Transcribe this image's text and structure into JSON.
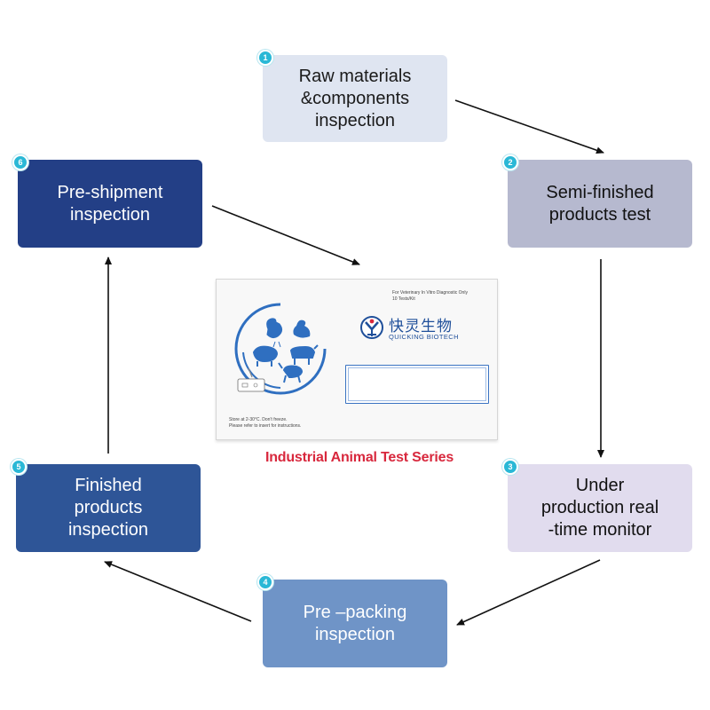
{
  "steps": [
    {
      "number": "1",
      "label": "Raw materials\n&components\ninspection"
    },
    {
      "number": "2",
      "label": "Semi-finished\nproducts test"
    },
    {
      "number": "3",
      "label": "Under\nproduction real\n-time monitor"
    },
    {
      "number": "4",
      "label": "Pre –packing\ninspection"
    },
    {
      "number": "5",
      "label": "Finished\nproducts\ninspection"
    },
    {
      "number": "6",
      "label": "Pre-shipment\ninspection"
    }
  ],
  "product": {
    "header_text": "For Veterinary In Vitro Diagnostic Only\n10 Tests/Kit",
    "brand_cn": "快灵生物",
    "brand_en": "QUICKING BIOTECH",
    "storage_note": "Store at 2-30°C. Don't freeze.\nPlease refer to insert for instructions.",
    "series_title": "Industrial Animal Test Series"
  },
  "colors": {
    "step1": "#dfe5f1",
    "step2": "#b6b9cf",
    "step3": "#e1dcee",
    "step4": "#6f94c7",
    "step5": "#2e5597",
    "step6": "#233f86",
    "badge": "#2ab8d6",
    "brand_blue": "#1f4f9a",
    "title_red": "#d8283d"
  }
}
